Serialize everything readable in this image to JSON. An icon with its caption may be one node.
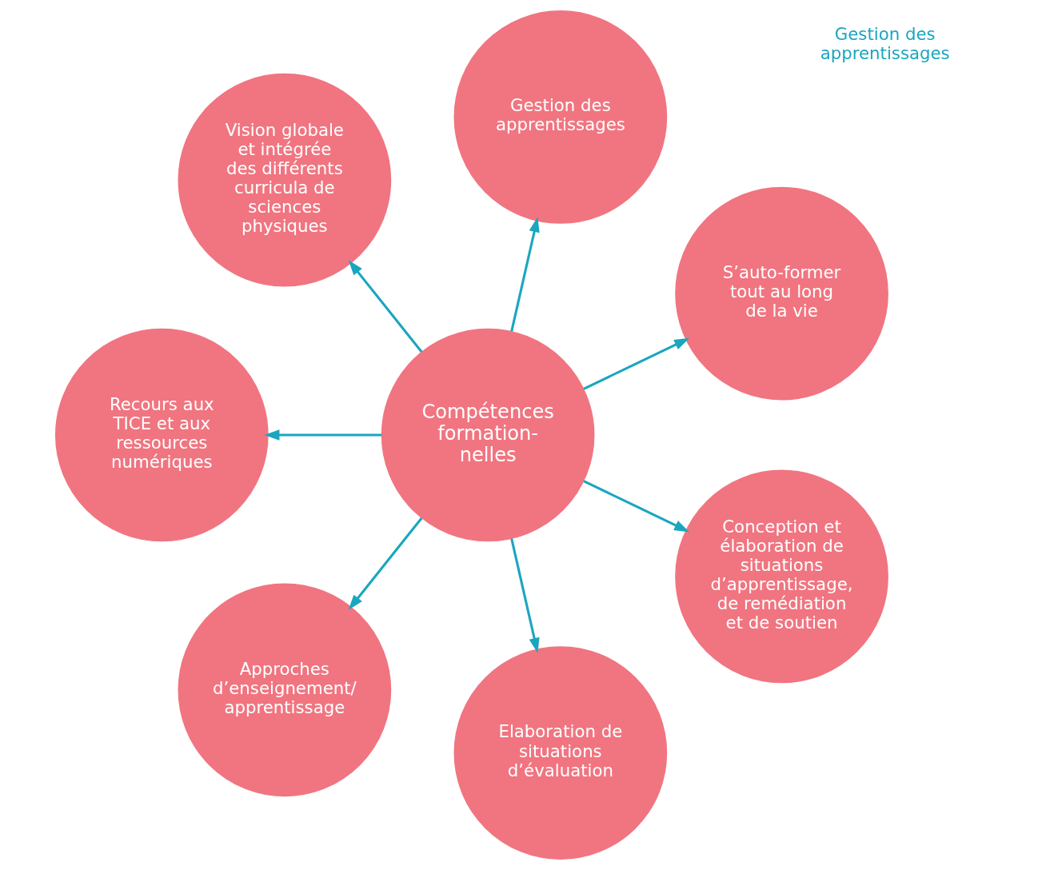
{
  "diagram": {
    "nodes": [
      {
        "text": [
          "Compétences formation- nelles"
        ]
      },
      {
        "text": [
          "S’auto-former tout au long de la vie"
        ]
      },
      {
        "text": [
          "Gestion des apprentissages"
        ]
      },
      {
        "text": [
          "Vision globale et intégrée des différents curricula de sciences physiques"
        ]
      },
      {
        "text": [
          "Recours aux TICE et aux ressources numériques"
        ]
      },
      {
        "text": [
          "Approches d’enseignement/ apprentissage"
        ]
      },
      {
        "text": [
          "Elaboration de situations d’évaluation"
        ]
      },
      {
        "text": [
          "Conception et élaboration de situations d’apprentissage, de remédiation et de soutien"
        ]
      }
    ],
    "edges": [
      {
        "from": 0,
        "to": 1,
        "arrow": "to"
      },
      {
        "from": 0,
        "to": 2,
        "arrow": "to"
      },
      {
        "from": 0,
        "to": 3,
        "arrow": "to"
      },
      {
        "from": 0,
        "to": 5,
        "arrow": "to"
      },
      {
        "from": 0,
        "to": 7,
        "arrow": "to"
      },
      {
        "from": 0,
        "to": 6,
        "arrow": "to"
      },
      {
        "from": 0,
        "to": 4,
        "arrow": "to"
      }
    ],
    "labels": [
      "Gestion des apprentissages"
    ]
  }
}
